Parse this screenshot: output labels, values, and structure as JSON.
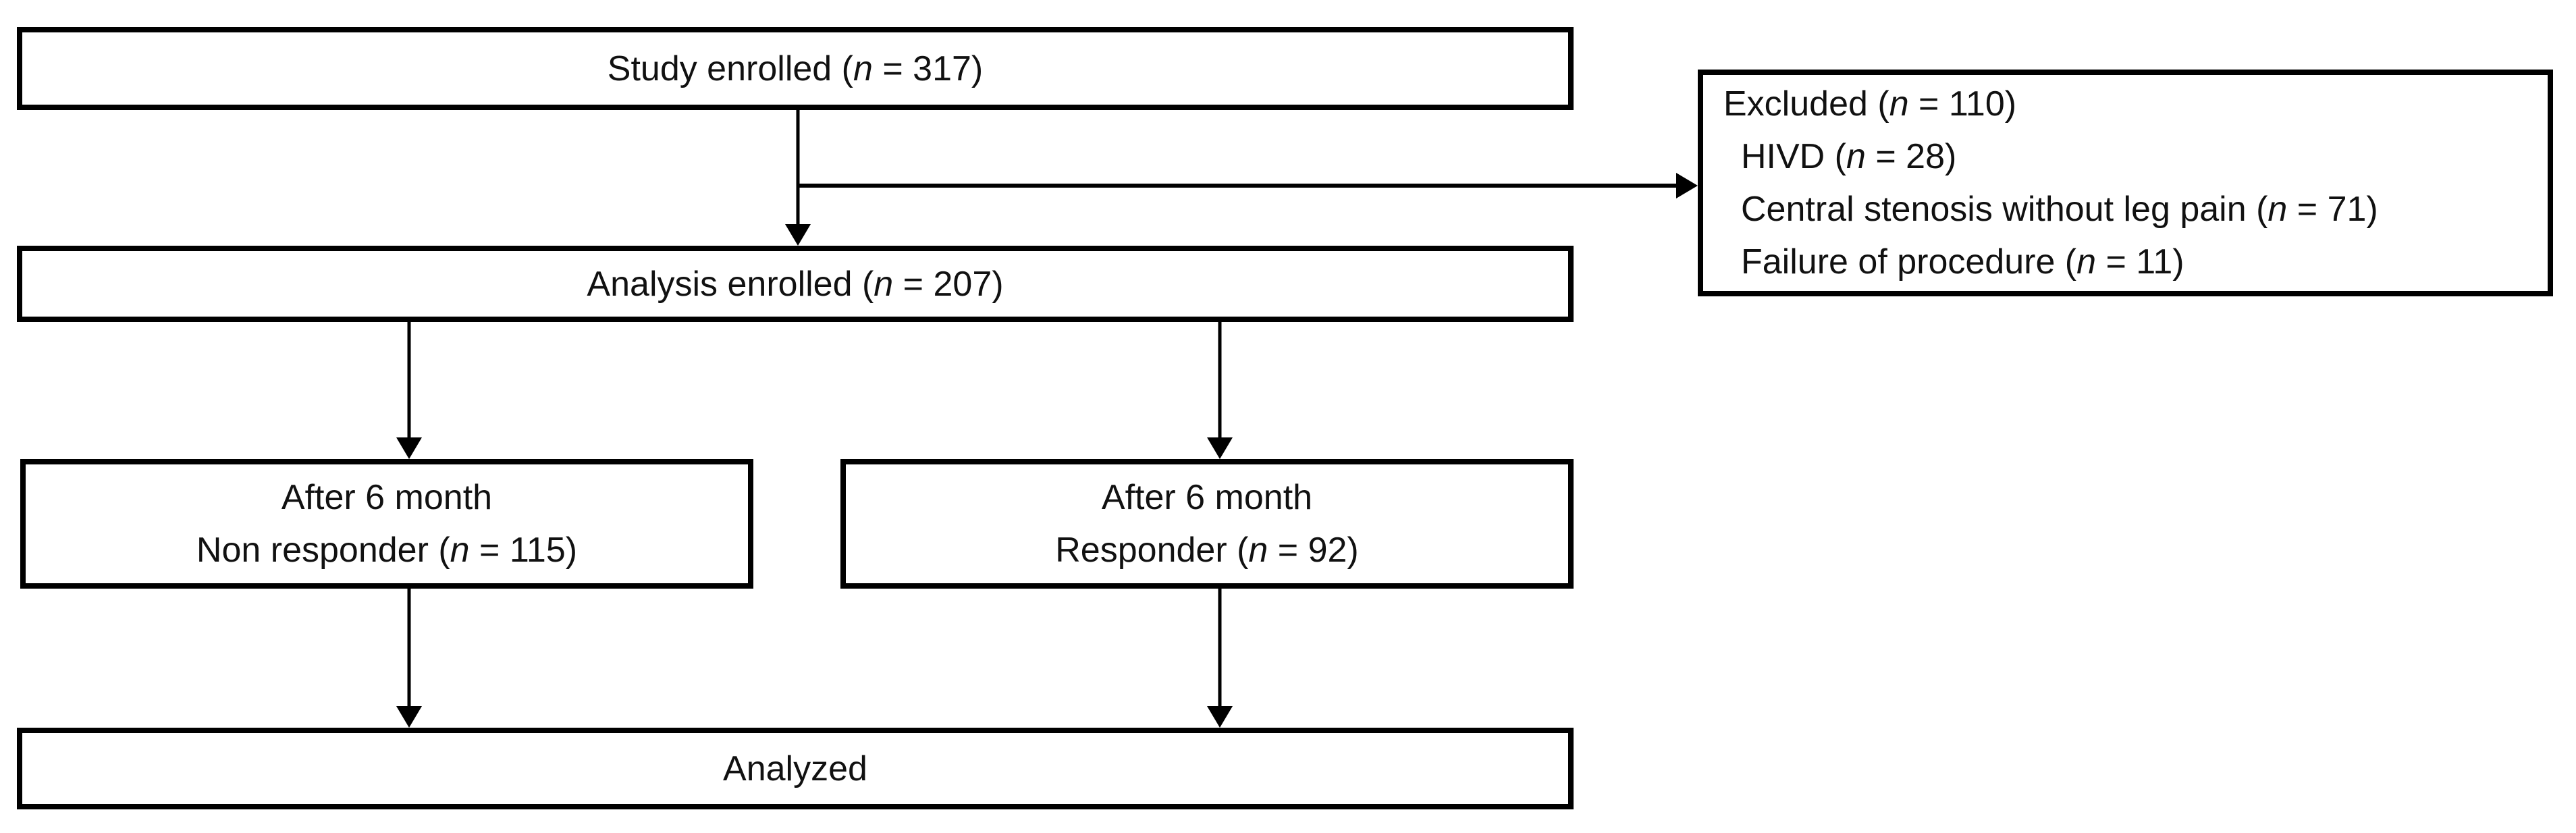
{
  "colors": {
    "border": "#000000",
    "background": "#ffffff",
    "text": "#111111"
  },
  "nodes": {
    "study": {
      "pre": "Study enrolled (",
      "nvar": "n",
      "post": " = 317)"
    },
    "excluded": {
      "title": {
        "pre": "Excluded (",
        "nvar": "n",
        "post": " = 110)"
      },
      "items": [
        {
          "pre": "HIVD (",
          "nvar": "n",
          "post": " = 28)"
        },
        {
          "pre": "Central stenosis without leg pain (",
          "nvar": "n",
          "post": " = 71)"
        },
        {
          "pre": "Failure of procedure (",
          "nvar": "n",
          "post": " = 11)"
        }
      ]
    },
    "analysis": {
      "pre": "Analysis enrolled (",
      "nvar": "n",
      "post": " = 207)"
    },
    "nonresponder": {
      "line1": "After 6 month",
      "pre": "Non responder (",
      "nvar": "n",
      "post": " = 115)"
    },
    "responder": {
      "line1": "After 6 month",
      "pre": "Responder (",
      "nvar": "n",
      "post": " = 92)"
    },
    "analyzed": {
      "text": "Analyzed"
    }
  }
}
